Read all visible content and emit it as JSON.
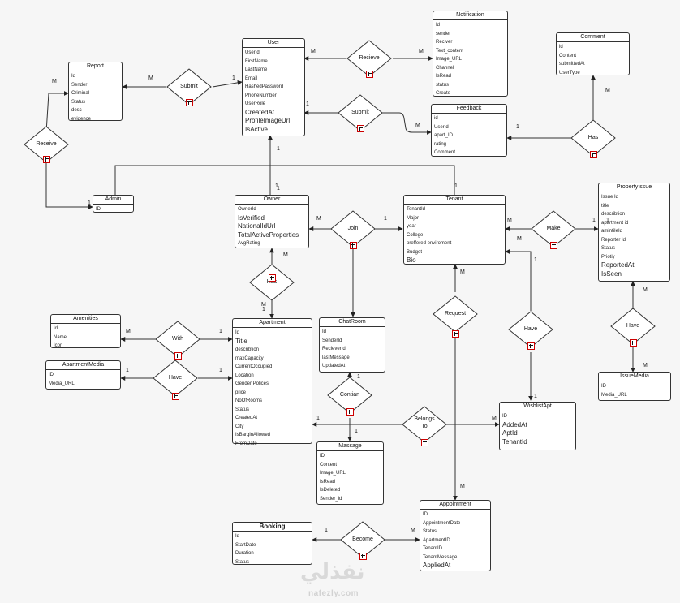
{
  "entities": [
    {
      "key": "user",
      "title": "User",
      "attrs": [
        "UserId",
        "FirstName",
        "LastName",
        "Email",
        "HashedPassword",
        "PhoneNumber",
        "UserRole",
        "CreatedAt",
        "ProfileImageUrl",
        "IsActive"
      ],
      "big": [
        7,
        8,
        9
      ]
    },
    {
      "key": "notification",
      "title": "Notification",
      "attrs": [
        "Id",
        "sender",
        "Reciver",
        "Text_content",
        "Image_URL",
        "Channel",
        "IsRead",
        "status",
        "Create"
      ],
      "big": []
    },
    {
      "key": "comment",
      "title": "Comment",
      "attrs": [
        "id",
        "Content",
        "submittedAt",
        "UserType"
      ],
      "big": []
    },
    {
      "key": "report",
      "title": "Report",
      "attrs": [
        "Id",
        "Sender",
        "Criminal",
        "Status",
        "desc",
        "evidence"
      ],
      "big": []
    },
    {
      "key": "feedback",
      "title": "Feedback",
      "attrs": [
        "id",
        "UserId",
        "apart_ID",
        "rating",
        "Comment"
      ],
      "big": []
    },
    {
      "key": "admin",
      "title": "Admin",
      "attrs": [
        "ID"
      ],
      "big": []
    },
    {
      "key": "owner",
      "title": "Owner",
      "attrs": [
        "OwnerId",
        "IsVerified",
        "NationalIdUrl",
        "TotalActiveProperties",
        "AvgRating"
      ],
      "big": [
        1,
        2,
        3
      ]
    },
    {
      "key": "tenant",
      "title": "Tenant",
      "attrs": [
        "TenantId",
        "Major",
        "year",
        "College",
        "preffered enviroment",
        "Budget",
        "Bio"
      ],
      "big": [
        6
      ]
    },
    {
      "key": "propertyissue",
      "title": "PropertyIssue",
      "attrs": [
        "Issue Id",
        "title",
        "describtion",
        "apartment id",
        "amintiIeId",
        "Reporter Id",
        "Status",
        "Priotiy",
        "ReportedAt",
        "IsSeen"
      ],
      "big": [
        8,
        9
      ]
    },
    {
      "key": "amenities",
      "title": "Amenities",
      "attrs": [
        "Id",
        "Name",
        "Icon"
      ],
      "big": []
    },
    {
      "key": "apartmentmedia",
      "title": "ApartmentMedia",
      "attrs": [
        "ID",
        "Media_URL"
      ],
      "big": []
    },
    {
      "key": "apartment",
      "title": "Apartment",
      "attrs": [
        "Id",
        "Title",
        "describtion",
        "maxCapacity",
        "CurrentOccupied",
        "Location",
        "Gender Polices",
        "price",
        "NoOfRooms",
        "Status",
        "CreatedAt",
        "City",
        "IsBarginAllowed",
        "FromDate"
      ],
      "big": [
        1
      ]
    },
    {
      "key": "chatroom",
      "title": "ChatRoom",
      "attrs": [
        "Id",
        "SenderId",
        "RecieverId",
        "lastMessage",
        "UpdatedAt"
      ],
      "big": []
    },
    {
      "key": "issuemedia",
      "title": "IssueMedia",
      "attrs": [
        "ID",
        "Media_URL"
      ],
      "big": []
    },
    {
      "key": "wishlistapt",
      "title": "WishlistApt",
      "attrs": [
        "ID",
        "AddedAt",
        "AptId",
        "TenantId"
      ],
      "big": [
        1,
        2,
        3
      ]
    },
    {
      "key": "message",
      "title": "Massage",
      "attrs": [
        "ID",
        "Content",
        "Image_URL",
        "IsRead",
        "IsDeleted",
        "Sender_id"
      ],
      "big": []
    },
    {
      "key": "appointment",
      "title": "Appointment",
      "attrs": [
        "ID",
        "AppointmentDate",
        "Status",
        "ApartmentID",
        "TenantID",
        "TenantMessage",
        "AppliedAt"
      ],
      "big": [
        6
      ]
    },
    {
      "key": "booking",
      "title": "Booking",
      "attrs": [
        "Id",
        "StartDate",
        "Duration",
        "Status"
      ],
      "big": []
    }
  ],
  "relationships": [
    {
      "key": "submit-report",
      "label": "Submit"
    },
    {
      "key": "recieve",
      "label": "Recieve"
    },
    {
      "key": "submit-feedback",
      "label": "Submit"
    },
    {
      "key": "receive",
      "label": "Receive"
    },
    {
      "key": "has-comment",
      "label": "Has"
    },
    {
      "key": "join",
      "label": "Join"
    },
    {
      "key": "make",
      "label": "Make"
    },
    {
      "key": "has-owner",
      "label": "Has"
    },
    {
      "key": "with",
      "label": "With"
    },
    {
      "key": "have-media",
      "label": "Have"
    },
    {
      "key": "request",
      "label": "Request"
    },
    {
      "key": "have-wishlist",
      "label": "Have"
    },
    {
      "key": "have-issue",
      "label": "Have"
    },
    {
      "key": "contian",
      "label": "Contian"
    },
    {
      "key": "belongs-to",
      "label": "Belongs To"
    },
    {
      "key": "become",
      "label": "Become"
    }
  ],
  "cardinalities": [
    "M",
    "1",
    "M",
    "M",
    "1",
    "M",
    "M",
    "1",
    "M",
    "1",
    "1",
    "1",
    "M",
    "1",
    "M",
    "1",
    "M",
    "1",
    "M",
    "1",
    "1",
    "1",
    "M",
    "M",
    "1",
    "1",
    "M",
    "M",
    "1",
    "1",
    "1",
    "M",
    "1",
    "M",
    "1",
    "1",
    "M",
    "M",
    "1"
  ],
  "watermark": {
    "arabic": "نفذلي",
    "latin": "nafezly.com"
  }
}
